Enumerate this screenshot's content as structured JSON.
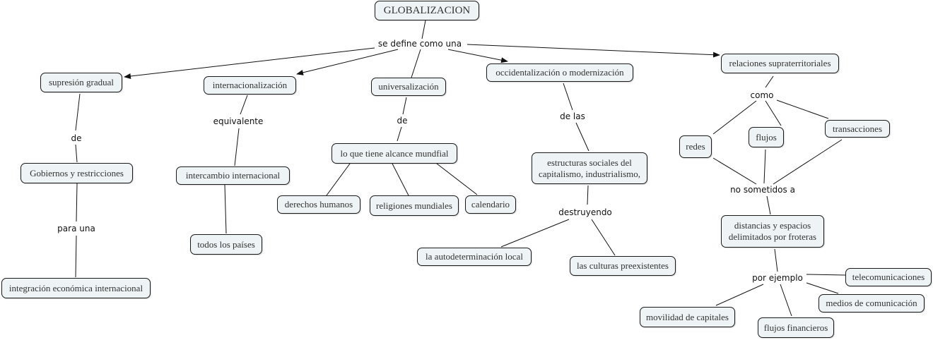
{
  "title": "GLOBALIZACION",
  "colors": {
    "node_fill": "#eef3f5",
    "node_border": "#1a1a1a",
    "line": "#111111"
  },
  "nodes": {
    "globalizacion": "GLOBALIZACION",
    "supresion": "supresión gradual",
    "gobiernos": "Gobiernos y restricciones",
    "integracion": "integración económica internacional",
    "internacionalizacion": "internacionalización",
    "intercambio": "intercambio internacional",
    "todos": "todos los países",
    "universalizacion": "universalización",
    "alcance": "lo que tiene alcance mundfial",
    "derechos": "derechos humanos",
    "religiones": "religiones mundiales",
    "calendario": "calendario",
    "occidentalizacion": "occidentalización o modernización",
    "estructuras": "estructuras  sociales del\ncapitalismo, industrialismo,",
    "autodeterminacion": "la autodeterminación local",
    "culturas": "las culturas preexistentes",
    "relaciones": "relaciones supraterritoriales",
    "redes": "redes",
    "flujos": "flujos",
    "transacciones": "transacciones",
    "distancias": "distancias y espacios\ndelimitados por froteras",
    "telecomunicaciones": "telecomunicaciones",
    "medios": "medios de comunicación",
    "movilidad": "movilidad de capitales",
    "financieros": "flujos financieros"
  },
  "link_labels": {
    "se_define": "se define como una",
    "de_1": "de",
    "para_una": "para una",
    "equivalente": "equivalente",
    "de_2": "de",
    "de_las": "de las",
    "destruyendo": "destruyendo",
    "como": "como",
    "no_sometidos": "no sometidos a",
    "por_ejemplo": "por ejemplo"
  }
}
